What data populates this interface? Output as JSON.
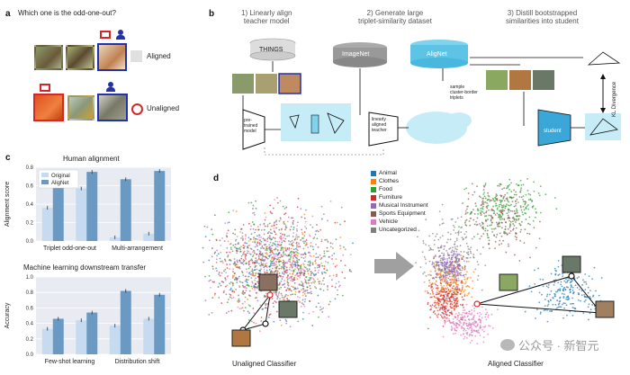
{
  "panel_a": {
    "label": "a",
    "question": "Which one is the odd-one-out?",
    "aligned_label": "Aligned",
    "unaligned_label": "Unaligned"
  },
  "panel_b": {
    "label": "b",
    "step1": "1) Linearly align\nteacher model",
    "step2": "2) Generate large\ntriplet-similarity dataset",
    "step3": "3) Distill bootstrapped\nsimilarities into student",
    "things": "THINGS",
    "imagenet": "ImageNet",
    "alignet": "AligNet",
    "pretrained": "pre-\ntrained\nmodel",
    "linearly": "linearly\naligned\nteacher",
    "sample": "sample\ncluster-border\ntriplets",
    "student": "student",
    "kl": "KL Divergence"
  },
  "panel_c": {
    "label": "c",
    "chart1_title": "Human alignment",
    "chart2_title": "Machine learning downstream transfer"
  },
  "panel_d": {
    "label": "d",
    "legend": [
      {
        "name": "Animal",
        "color": "#1f77b4"
      },
      {
        "name": "Clothes",
        "color": "#ff7f0e"
      },
      {
        "name": "Food",
        "color": "#2ca02c"
      },
      {
        "name": "Furniture",
        "color": "#d62728"
      },
      {
        "name": "Musical Instrument",
        "color": "#9467bd"
      },
      {
        "name": "Sports Equipment",
        "color": "#8c564b"
      },
      {
        "name": "Vehicle",
        "color": "#e377c2"
      },
      {
        "name": "Uncategorized",
        "color": "#7f7f7f"
      }
    ],
    "unaligned": "Unaligned Classifier",
    "aligned": "Aligned Classifier"
  },
  "watermark": "公众号 · 新智元",
  "chart_data": [
    {
      "type": "bar",
      "title": "Human alignment",
      "ylabel": "Alignment score",
      "categories": [
        "Triplet odd-one-out",
        "Multi-arrangement"
      ],
      "groups": [
        "Triplet odd-one-out",
        "",
        "Multi-arrangement",
        ""
      ],
      "ylim": [
        0,
        0.8
      ],
      "yticks": [
        "0.0",
        "0.2",
        "0.4",
        "0.6",
        "0.8"
      ],
      "legend": "top-left",
      "series": [
        {
          "name": "Original",
          "values": [
            0.36,
            0.57,
            0.04,
            0.08
          ],
          "color": "#c6dbef"
        },
        {
          "name": "AligNet",
          "values": [
            0.61,
            0.75,
            0.67,
            0.76
          ],
          "color": "#6a9ac4"
        }
      ]
    },
    {
      "type": "bar",
      "title": "Machine learning downstream transfer",
      "ylabel": "Accuracy",
      "categories": [
        "Few-shot learning",
        "Distribution shift"
      ],
      "ylim": [
        0,
        1.0
      ],
      "yticks": [
        "0.0",
        "0.2",
        "0.4",
        "0.6",
        "0.8",
        "1.0"
      ],
      "series": [
        {
          "name": "Original",
          "values": [
            0.33,
            0.44,
            0.37,
            0.46
          ],
          "color": "#c6dbef"
        },
        {
          "name": "AligNet",
          "values": [
            0.46,
            0.54,
            0.82,
            0.77
          ],
          "color": "#6a9ac4"
        }
      ]
    }
  ]
}
